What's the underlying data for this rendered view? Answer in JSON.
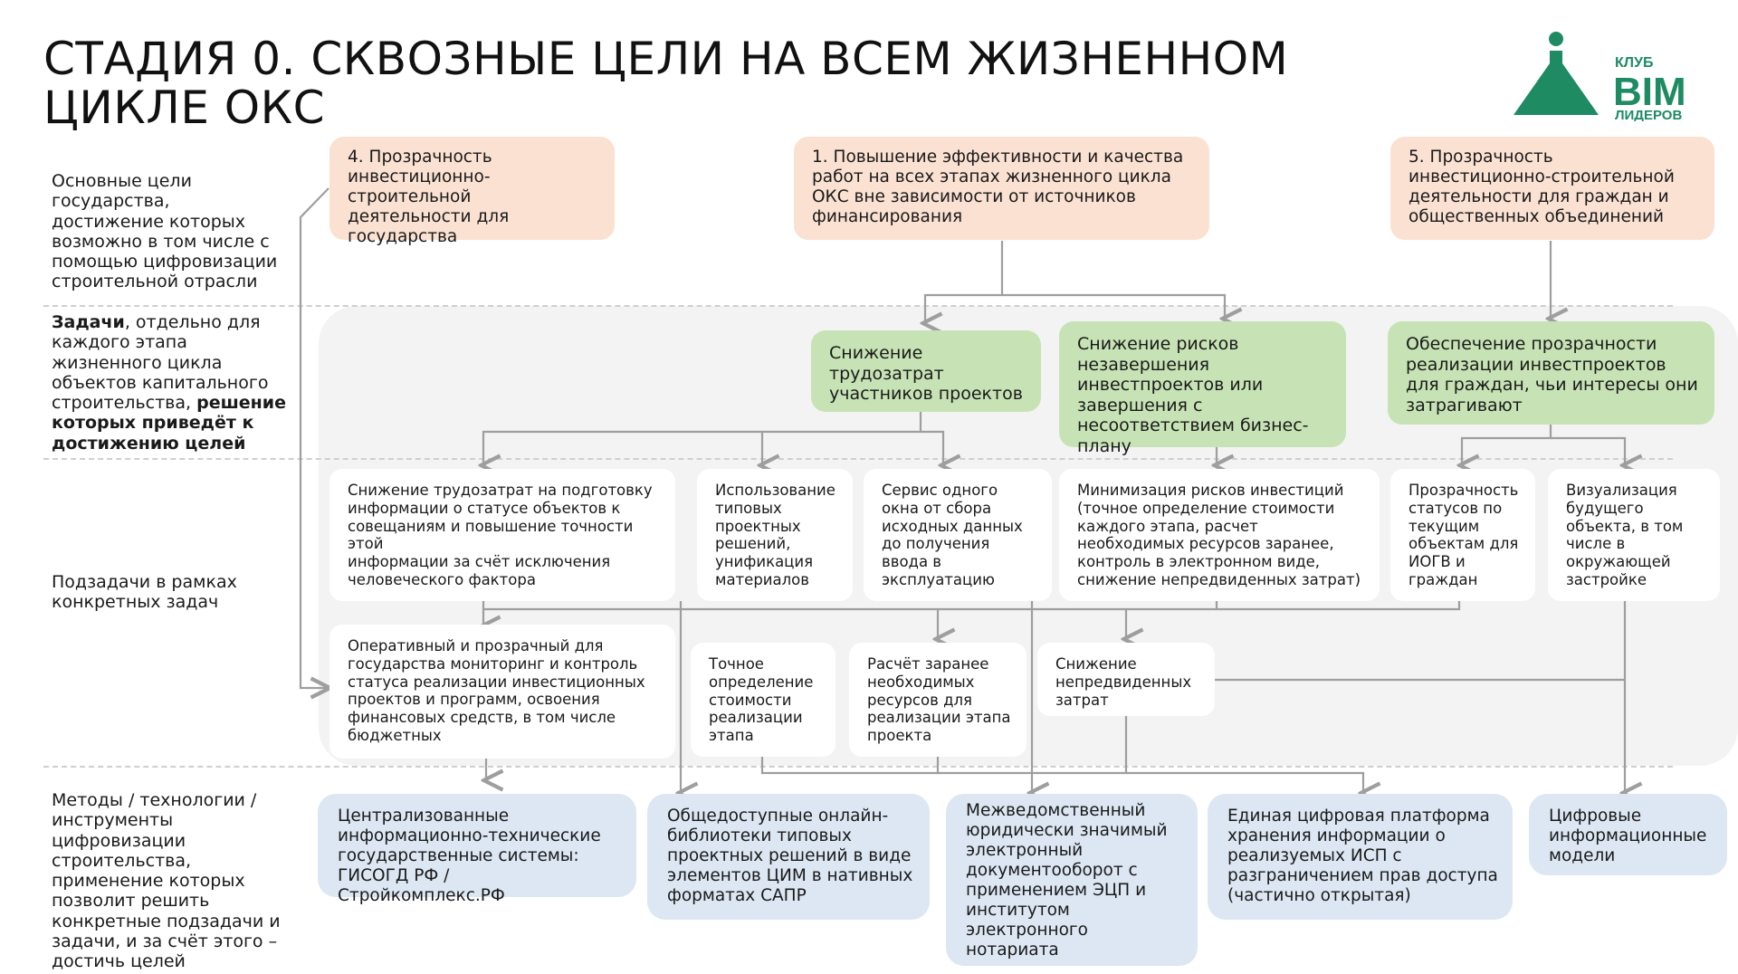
{
  "title": "СТАДИЯ 0. СКВОЗНЫЕ ЦЕЛИ НА ВСЕМ ЖИЗНЕННОМ ЦИКЛЕ ОКС",
  "logo": {
    "line1": "КЛУБ",
    "line2": "BIM",
    "line3": "ЛИДЕРОВ",
    "color": "#1e8b63"
  },
  "rows": {
    "goals_label": "Основные цели государства, достижение которых возможно в том числе с помощью цифровизации строительной отрасли",
    "tasks_label": {
      "b1": "Задачи",
      "t1": ", отдельно для каждого этапа жизненного цикла объектов капитального строительства, ",
      "b2": "решение которых приведёт к достижению целей"
    },
    "subtasks_label": "Подзадачи в рамках конкретных задач",
    "methods_label": "Методы / технологии / инструменты цифровизации строительства, применение которых позволит решить конкретные подзадачи и задачи, и за счёт этого – достичь целей"
  },
  "goals": {
    "g4": "4. Прозрачность инвестиционно-строительной деятельности для государства",
    "g1": "1. Повышение эффективности и качества работ на всех этапах жизненного цикла ОКС вне зависимости от источников финансирования",
    "g5": "5. Прозрачность инвестиционно-строительной деятельности для граждан и общественных объединений"
  },
  "tasks": {
    "t1": "Снижение трудозатрат участников проектов",
    "t2": "Снижение рисков незавершения инвестпроектов или\nзавершения с несоответствием бизнес-плану",
    "t3": "Обеспечение прозрачности реализации инвестпроектов для граждан, чьи интересы они затрагивают"
  },
  "subtasks": {
    "s1": "Снижение трудозатрат на подготовку информации о статусе объектов к совещаниям и повышение точности этой\nинформации за счёт исключения человеческого фактора",
    "s2": "Использование типовых проектных решений, унификация материалов",
    "s3": "Сервис одного окна от сбора исходных данных до получения ввода в эксплуатацию",
    "s4": "Минимизация рисков инвестиций (точное определение стоимости каждого этапа, расчет необходимых ресурсов заранее, контроль в электронном виде, снижение непредвиденных затрат)",
    "s5": "Прозрачность статусов по текущим объектам для ИОГВ и граждан",
    "s6": "Визуализация будущего объекта, в том числе в окружающей застройке",
    "s7": "Оперативный и прозрачный для государства мониторинг и контроль статуса реализации инвестиционных проектов и программ, освоения финансовых средств, в том числе бюджетных",
    "s8": "Точное определение стоимости реализации этапа",
    "s9": "Расчёт заранее необходимых ресурсов для реализации этапа проекта",
    "s10": "Снижение непредвиденных затрат"
  },
  "methods": {
    "m1": "Централизованные информационно-технические государственные системы: ГИСОГД РФ / Стройкомплекс.РФ",
    "m2": "Общедоступные онлайн-библиотеки типовых проектных решений в виде элементов ЦИМ в нативных форматах САПР",
    "m3": "Межведомственный юридически значимый электронный документооборот с применением ЭЦП и институтом электронного нотариата",
    "m4": "Единая цифровая платформа хранения информации о реализуемых ИСП с разграничением прав доступа (частично открытая)",
    "m5": "Цифровые информационные модели"
  },
  "colors": {
    "goal": "#fbe1d2",
    "task": "#c7e3b5",
    "method": "#dce7f3",
    "subtask": "#ffffff",
    "band": "#f3f3f3",
    "connector": "#9e9e9e"
  }
}
